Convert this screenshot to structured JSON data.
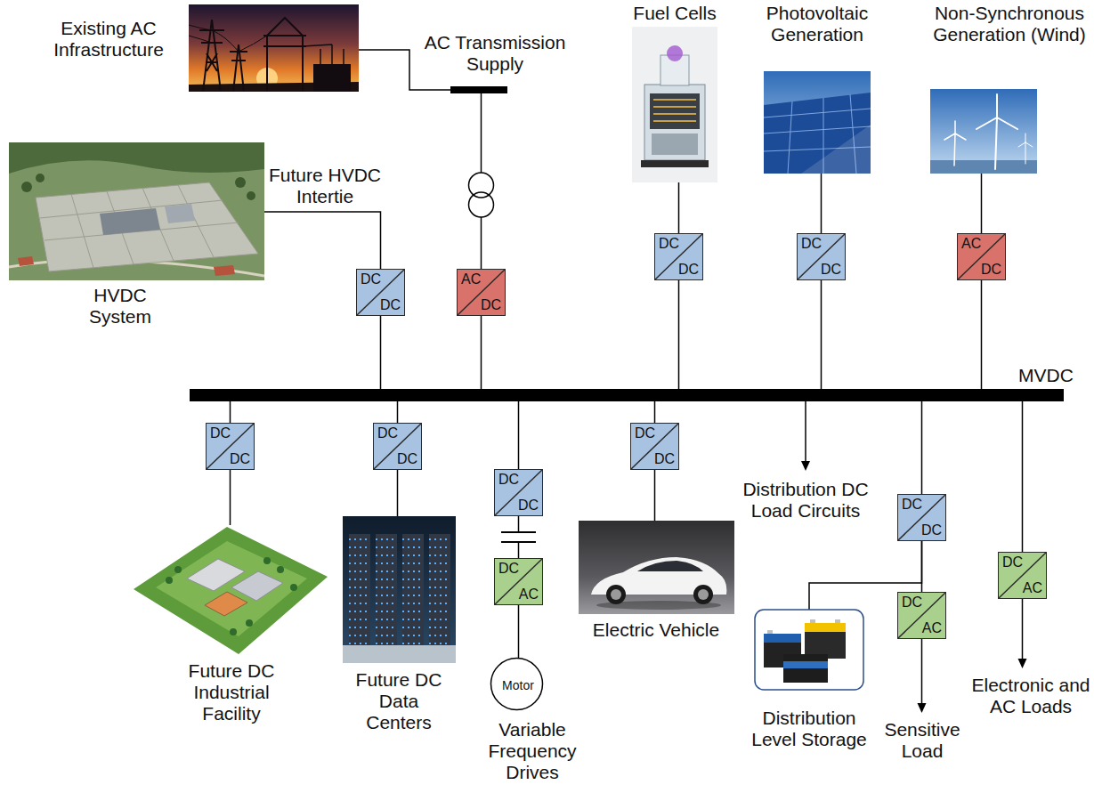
{
  "diagram": {
    "nodes": [
      {
        "text": [
          "Existing AC Infrastructure"
        ]
      },
      {
        "text": [
          "AC Transmission Supply"
        ]
      },
      {
        "text": [
          "Fuel Cells"
        ]
      },
      {
        "text": [
          "Photovoltaic Generation"
        ]
      },
      {
        "text": [
          "Non-Synchronous Generation (Wind)"
        ]
      },
      {
        "text": [
          "HVDC System"
        ]
      },
      {
        "text": [
          "DC",
          "DC"
        ]
      },
      {
        "text": [
          "AC",
          "DC"
        ]
      },
      {
        "text": [
          "DC",
          "DC"
        ]
      },
      {
        "text": [
          "DC",
          "DC"
        ]
      },
      {
        "text": [
          "AC",
          "DC"
        ]
      },
      {
        "text": [
          "MVDC"
        ]
      },
      {
        "text": [
          "DC",
          "DC"
        ]
      },
      {
        "text": [
          "DC",
          "DC"
        ]
      },
      {
        "text": [
          "DC",
          "DC"
        ]
      },
      {
        "text": [
          "DC",
          "DC"
        ]
      },
      {
        "text": [
          "DC",
          "DC"
        ]
      },
      {
        "text": [
          "DC",
          "AC"
        ]
      },
      {
        "text": [
          "DC",
          "AC"
        ]
      },
      {
        "text": [
          "DC",
          "AC"
        ]
      },
      {
        "text": [
          "Future DC Industrial Facility"
        ]
      },
      {
        "text": [
          "Future DC Data Centers"
        ]
      },
      {
        "text": [
          "Motor"
        ]
      },
      {
        "text": [
          "Electric Vehicle"
        ]
      },
      {
        "text": [
          "Distribution Level Storage"
        ]
      }
    ],
    "edges": [
      {
        "from": 0,
        "to": 1,
        "arrow": "none"
      },
      {
        "from": 1,
        "to": 7,
        "arrow": "none"
      },
      {
        "from": 5,
        "to": 6,
        "label": "Future HVDC Intertie",
        "arrow": "none"
      },
      {
        "from": 2,
        "to": 8,
        "arrow": "none"
      },
      {
        "from": 3,
        "to": 9,
        "arrow": "none"
      },
      {
        "from": 4,
        "to": 10,
        "arrow": "none"
      },
      {
        "from": 6,
        "to": 11,
        "arrow": "none"
      },
      {
        "from": 7,
        "to": 11,
        "arrow": "none"
      },
      {
        "from": 8,
        "to": 11,
        "arrow": "none"
      },
      {
        "from": 9,
        "to": 11,
        "arrow": "none"
      },
      {
        "from": 10,
        "to": 11,
        "arrow": "none"
      },
      {
        "from": 11,
        "to": 12,
        "arrow": "none"
      },
      {
        "from": 11,
        "to": 13,
        "arrow": "none"
      },
      {
        "from": 11,
        "to": 14,
        "arrow": "none"
      },
      {
        "from": 11,
        "to": 15,
        "arrow": "none"
      },
      {
        "from": 11,
        "to": 16,
        "arrow": "none"
      },
      {
        "from": 11,
        "to": 17,
        "arrow": "none"
      },
      {
        "from": 12,
        "to": 20,
        "arrow": "none"
      },
      {
        "from": 13,
        "to": 21,
        "arrow": "none"
      },
      {
        "from": 14,
        "to": 18,
        "arrow": "none"
      },
      {
        "from": 18,
        "to": 22,
        "arrow": "none"
      },
      {
        "from": 15,
        "to": 23,
        "arrow": "none"
      },
      {
        "from": 16,
        "to": 24,
        "arrow": "none"
      },
      {
        "from": 16,
        "to": 19,
        "arrow": "none"
      }
    ],
    "labels": [
      "Variable Frequency Drives",
      "Distribution DC Load Circuits",
      "Sensitive Load",
      "Electronic and AC Loads"
    ]
  }
}
